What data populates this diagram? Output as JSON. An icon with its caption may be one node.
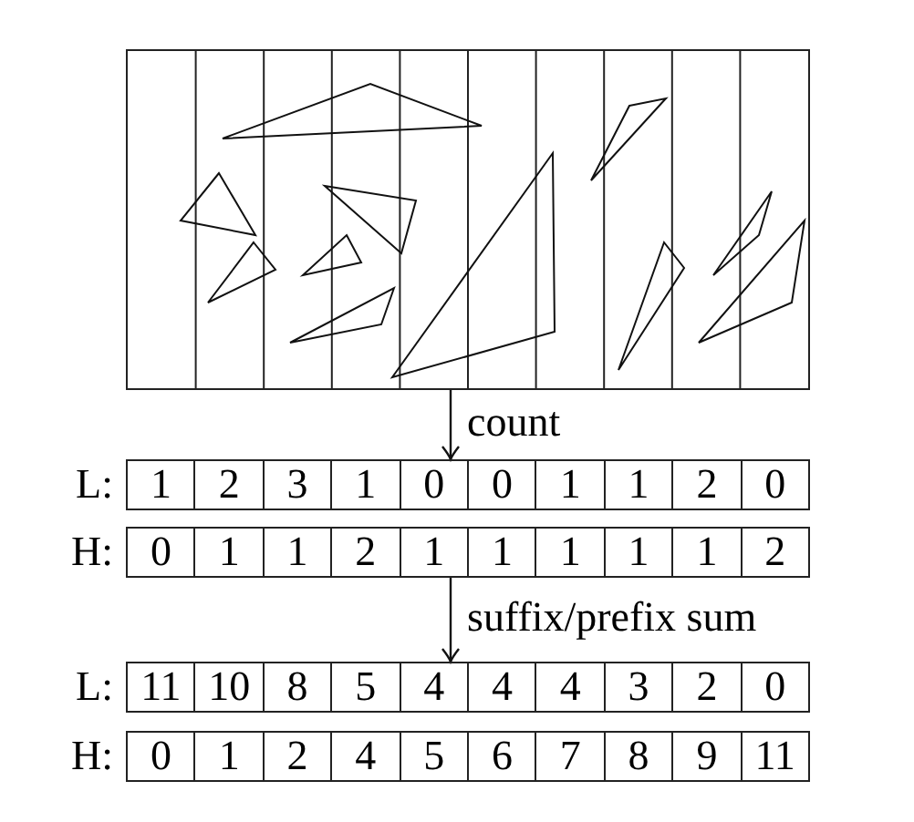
{
  "diagram": {
    "nodes": [
      {
        "text": [],
        "shape": "picture"
      },
      {
        "text": [
          "L:",
          "1",
          "2",
          "3",
          "1",
          "0",
          "0",
          "1",
          "1",
          "2",
          "0"
        ]
      },
      {
        "text": [
          "H:",
          "0",
          "1",
          "1",
          "2",
          "1",
          "1",
          "1",
          "1",
          "1",
          "2"
        ]
      },
      {
        "text": [
          "L:",
          "11",
          "10",
          "8",
          "5",
          "4",
          "4",
          "4",
          "3",
          "2",
          "0"
        ]
      },
      {
        "text": [
          "H:",
          "0",
          "1",
          "2",
          "4",
          "5",
          "6",
          "7",
          "8",
          "9",
          "11"
        ]
      }
    ],
    "edges": [
      {
        "from": 0,
        "to": 1,
        "arrow": "to",
        "label": "count"
      },
      {
        "from": 2,
        "to": 3,
        "arrow": "to",
        "label": "suffix/prefix sum"
      }
    ]
  }
}
